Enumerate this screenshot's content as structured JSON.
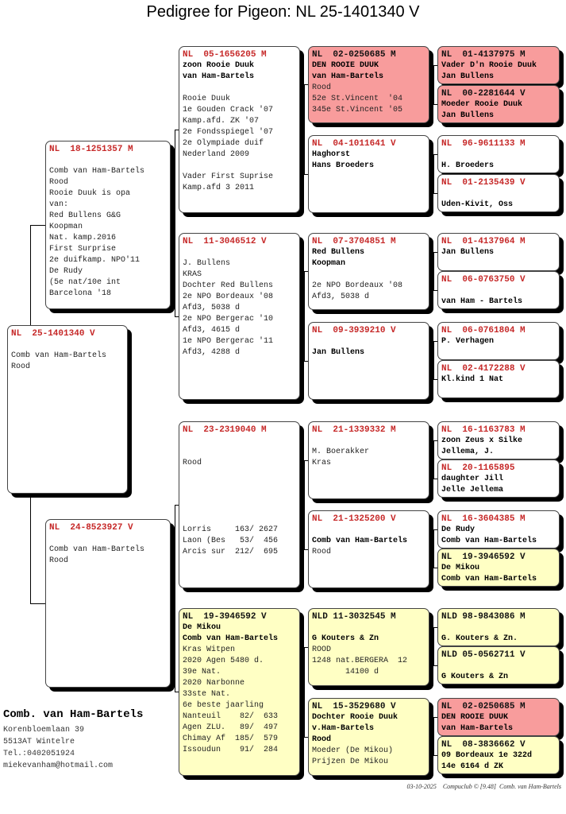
{
  "title": "Pedigree for Pigeon: NL  25-1401340 V",
  "colors": {
    "ring_red": "#c62828",
    "pink": "#f89c9c",
    "yellow": "#ffffc4"
  },
  "pigeons": [
    {
      "ring": "NL  25-1401340 V",
      "style": "white",
      "bold": 1,
      "lines": [
        "",
        "Comb van Ham-Bartels",
        "Rood"
      ]
    },
    {
      "ring": "NL  18-1251357 M",
      "style": "white",
      "bold": 1,
      "lines": [
        "",
        "Comb van Ham-Bartels",
        "Rood",
        "Rooie Duuk is opa",
        "van:",
        "Red Bullens G&G",
        "Koopman",
        "Nat. kamp.2016",
        "First Surprise",
        "2e duifkamp. NPO'11",
        "De Rudy",
        "(5e nat/10e int",
        "Barcelona '18"
      ]
    },
    {
      "ring": "NL  24-8523927 V",
      "style": "white",
      "bold": 1,
      "lines": [
        "",
        "Comb van Ham-Bartels",
        "Rood"
      ]
    },
    {
      "ring": "NL  05-1656205 M",
      "style": "white",
      "bold": 2,
      "lines": [
        "zoon Rooie Duuk",
        "van Ham-Bartels",
        "",
        "Rooie Duuk",
        "1e Gouden Crack '07",
        "Kamp.afd. ZK '07",
        "2e Fondsspiegel '07",
        "2e Olympiade duif",
        "Nederland 2009",
        "",
        "Vader First Suprise",
        "Kamp.afd 3 2011"
      ]
    },
    {
      "ring": "NL  11-3046512 V",
      "style": "white",
      "bold": 1,
      "lines": [
        "",
        "J. Bullens",
        "KRAS",
        "Dochter Red Bullens",
        "2e NPO Bordeaux '08",
        "Afd3, 5038 d",
        "2e NPO Bergerac '10",
        "Afd3, 4615 d",
        "1e NPO Bergerac '11",
        "Afd3, 4288 d"
      ]
    },
    {
      "ring": "NL  23-2319040 M",
      "style": "white",
      "bold": 0,
      "lines": [
        "",
        "",
        "Rood",
        "",
        "",
        "",
        "",
        "",
        "Lorris     163/ 2627",
        "Laon (Bes   53/  456",
        "Arcis sur  212/  695"
      ]
    },
    {
      "ring": "NL  19-3946592 V",
      "style": "yellow",
      "bold": 2,
      "lines": [
        "De Mikou",
        "Comb van Ham-Bartels",
        "Kras Witpen",
        "2020 Agen 5480 d.",
        "39e Nat.",
        "2020 Narbonne",
        "33ste Nat.",
        "6e beste jaarling",
        "Nanteuil    82/  633",
        "Agen ZLU.   89/  497",
        "Chimay Af  185/  579",
        "Issoudun    91/  284"
      ]
    },
    {
      "ring": "NL  02-0250685 M",
      "style": "pink",
      "bold": 2,
      "lines": [
        "DEN ROOIE DUUK",
        "van Ham-Bartels",
        "Rood",
        "52e St.Vincent  '04",
        "345e St.Vincent '05"
      ]
    },
    {
      "ring": "NL  04-1011641 V",
      "style": "white",
      "bold": 2,
      "lines": [
        "Haghorst",
        "Hans Broeders"
      ]
    },
    {
      "ring": "NL  07-3704851 M",
      "style": "white",
      "bold": 2,
      "lines": [
        "Red Bullens",
        "Koopman",
        "",
        "2e NPO Bordeaux '08",
        "Afd3, 5038 d"
      ]
    },
    {
      "ring": "NL  09-3939210 V",
      "style": "white",
      "bold": 2,
      "lines": [
        "",
        "Jan Bullens"
      ]
    },
    {
      "ring": "NL  21-1339332 M",
      "style": "white",
      "bold": 1,
      "lines": [
        "",
        "M. Boerakker",
        "Kras"
      ]
    },
    {
      "ring": "NL  21-1325200 V",
      "style": "white",
      "bold": 2,
      "lines": [
        "",
        "Comb van Ham-Bartels",
        "Rood"
      ]
    },
    {
      "ring": "NLD 11-3032545 M",
      "style": "yellow",
      "bold": 2,
      "lines": [
        "",
        "G Kouters & Zn",
        "ROOD",
        "1248 nat.BERGERA  12",
        "       14100 d"
      ]
    },
    {
      "ring": "NL  15-3529680 V",
      "style": "yellow",
      "bold": 3,
      "lines": [
        "Dochter Rooie Duuk",
        "v.Ham-Bartels",
        "Rood",
        "Moeder (De Mikou)",
        "Prijzen De Mikou"
      ]
    },
    {
      "ring": "NL  01-4137975 M",
      "style": "pink",
      "bold": 2,
      "lines": [
        "Vader D'n Rooie Duuk",
        "Jan Bullens"
      ]
    },
    {
      "ring": "NL  00-2281644 V",
      "style": "pink",
      "bold": 2,
      "lines": [
        "Moeder Rooie Duuk",
        "Jan Bullens"
      ]
    },
    {
      "ring": "NL  96-9611133 M",
      "style": "white",
      "bold": 2,
      "lines": [
        "",
        "H. Broeders"
      ]
    },
    {
      "ring": "NL  01-2135439 V",
      "style": "white",
      "bold": 2,
      "lines": [
        "",
        "Uden-Kivit, Oss"
      ]
    },
    {
      "ring": "NL  01-4137964 M",
      "style": "white",
      "bold": 2,
      "lines": [
        "Jan Bullens"
      ]
    },
    {
      "ring": "NL  06-0763750 V",
      "style": "white",
      "bold": 2,
      "lines": [
        "",
        "van Ham - Bartels"
      ]
    },
    {
      "ring": "NL  06-0761804 M",
      "style": "white",
      "bold": 2,
      "lines": [
        "P. Verhagen"
      ]
    },
    {
      "ring": "NL  02-4172288 V",
      "style": "white",
      "bold": 2,
      "lines": [
        "Kl.kind 1 Nat"
      ]
    },
    {
      "ring": "NL  16-1163783 M",
      "style": "white",
      "bold": 2,
      "lines": [
        "zoon Zeus x Silke",
        "Jellema, J."
      ]
    },
    {
      "ring": "NL  20-1165895",
      "style": "white",
      "bold": 2,
      "lines": [
        "daughter Jill",
        "Jelle Jellema"
      ]
    },
    {
      "ring": "NL  16-3604385 M",
      "style": "white",
      "bold": 2,
      "lines": [
        "De Rudy",
        "Comb van Ham-Bartels"
      ]
    },
    {
      "ring": "NL  19-3946592 V",
      "style": "yellow",
      "bold": 2,
      "lines": [
        "De Mikou",
        "Comb van Ham-Bartels"
      ]
    },
    {
      "ring": "NLD 98-9843086 M",
      "style": "yellow",
      "bold": 2,
      "lines": [
        "",
        "G. Kouters & Zn."
      ]
    },
    {
      "ring": "NLD 05-0562711 V",
      "style": "yellow",
      "bold": 2,
      "lines": [
        "",
        "G Kouters & Zn"
      ]
    },
    {
      "ring": "NL  02-0250685 M",
      "style": "pink",
      "bold": 2,
      "lines": [
        "DEN ROOIE DUUK",
        "van Ham-Bartels"
      ]
    },
    {
      "ring": "NL  08-3836662 V",
      "style": "yellow",
      "bold": 2,
      "lines": [
        "09 Bordeaux 1e 322d",
        "14e 6164 d ZK"
      ]
    }
  ],
  "owner": {
    "name": "Comb. van Ham-Bartels",
    "address": "Korenbloemlaan 39",
    "city": "5513AT  Wintelre",
    "phone": "Tel.:0402051924",
    "email": "miekevanham@hotmail.com"
  },
  "footer": "03-10-2025    Compuclub © [9.48]  Comb. van Ham-Bartels"
}
